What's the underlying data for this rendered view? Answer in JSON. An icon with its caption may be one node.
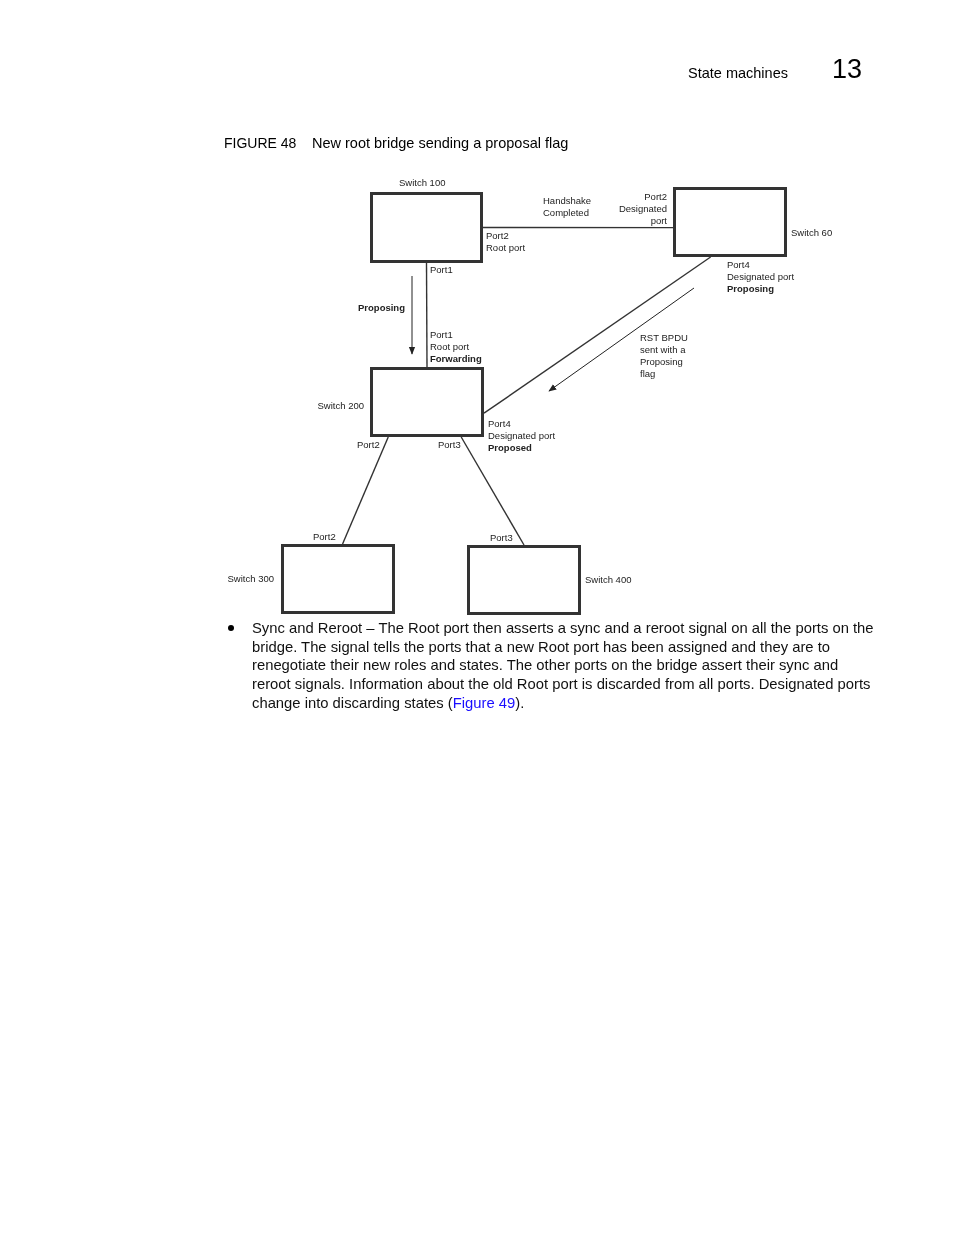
{
  "diagram": {
    "title": "New root bridge sending a proposal flag",
    "nodes": [
      {
        "text": [
          "Switch 100"
        ]
      },
      {
        "text": [
          "Switch 60"
        ]
      },
      {
        "text": [
          "Switch 200"
        ]
      },
      {
        "text": [
          "Switch 300"
        ]
      },
      {
        "text": [
          "Switch 400"
        ]
      }
    ],
    "edges": [
      {
        "from": 0,
        "to": 1,
        "arrow": "none"
      },
      {
        "from": 0,
        "to": 2,
        "arrow": "none"
      },
      {
        "from": 1,
        "to": 2,
        "arrow": "none"
      },
      {
        "from": 2,
        "to": 3,
        "arrow": "none"
      },
      {
        "from": 2,
        "to": 4,
        "arrow": "none"
      }
    ],
    "labels": [
      "State machines",
      "13",
      "FIGURE 48",
      "Handshake Completed",
      "Port2 Designated port",
      "Port2 Root port",
      "Port1",
      "Proposing",
      "Port1 Root port **Forwarding**",
      "Port4 Designated port **Proposing**",
      "RST BPDU sent with a Proposing flag",
      "Port4 Designated port **Proposed**",
      "Port2",
      "Port3",
      "Port2",
      "Port3",
      "Sync and Reroot – The Root port then asserts a sync and a reroot signal on all the ports on the bridge. The signal tells the ports that a new Root port has been assigned and they are to renegotiate their new roles and states. The other ports on the bridge assert their sync and reroot signals. Information about the old Root port is discarded from all ports. Designated ports change into discarding states (",
      "Figure 49",
      ")."
    ]
  }
}
